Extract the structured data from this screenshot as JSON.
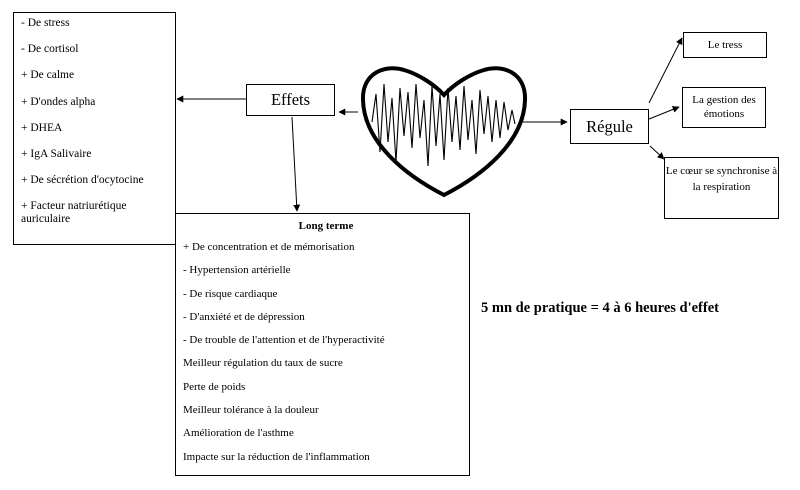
{
  "effets_list": [
    "- De stress",
    "- De cortisol",
    "+ De calme",
    "+ D'ondes alpha",
    "+ DHEA",
    "+ IgA Salivaire",
    "+ De sécrétion d'ocytocine",
    "+ Facteur natriurétique auriculaire"
  ],
  "effets_label": "Effets",
  "regule_label": "Régule",
  "regule_items": {
    "tress": "Le tress",
    "gestion": "La gestion des émotions",
    "coeur": "Le cœur se synchronise à la respiration"
  },
  "long_terme": {
    "title": "Long terme",
    "items": [
      "+ De concentration et de mémorisation",
      "- Hypertension artérielle",
      "- De risque cardiaque",
      "- D'anxiété et de dépression",
      "- De trouble de l'attention et de l'hyperactivité",
      "Meilleur régulation du taux de sucre",
      "Perte de poids",
      "Meilleur tolérance à la douleur",
      "Amélioration de l'asthme",
      "Impacte sur la réduction de l'inflammation"
    ]
  },
  "note": "5 mn de pratique = 4 à 6 heures d'effet"
}
